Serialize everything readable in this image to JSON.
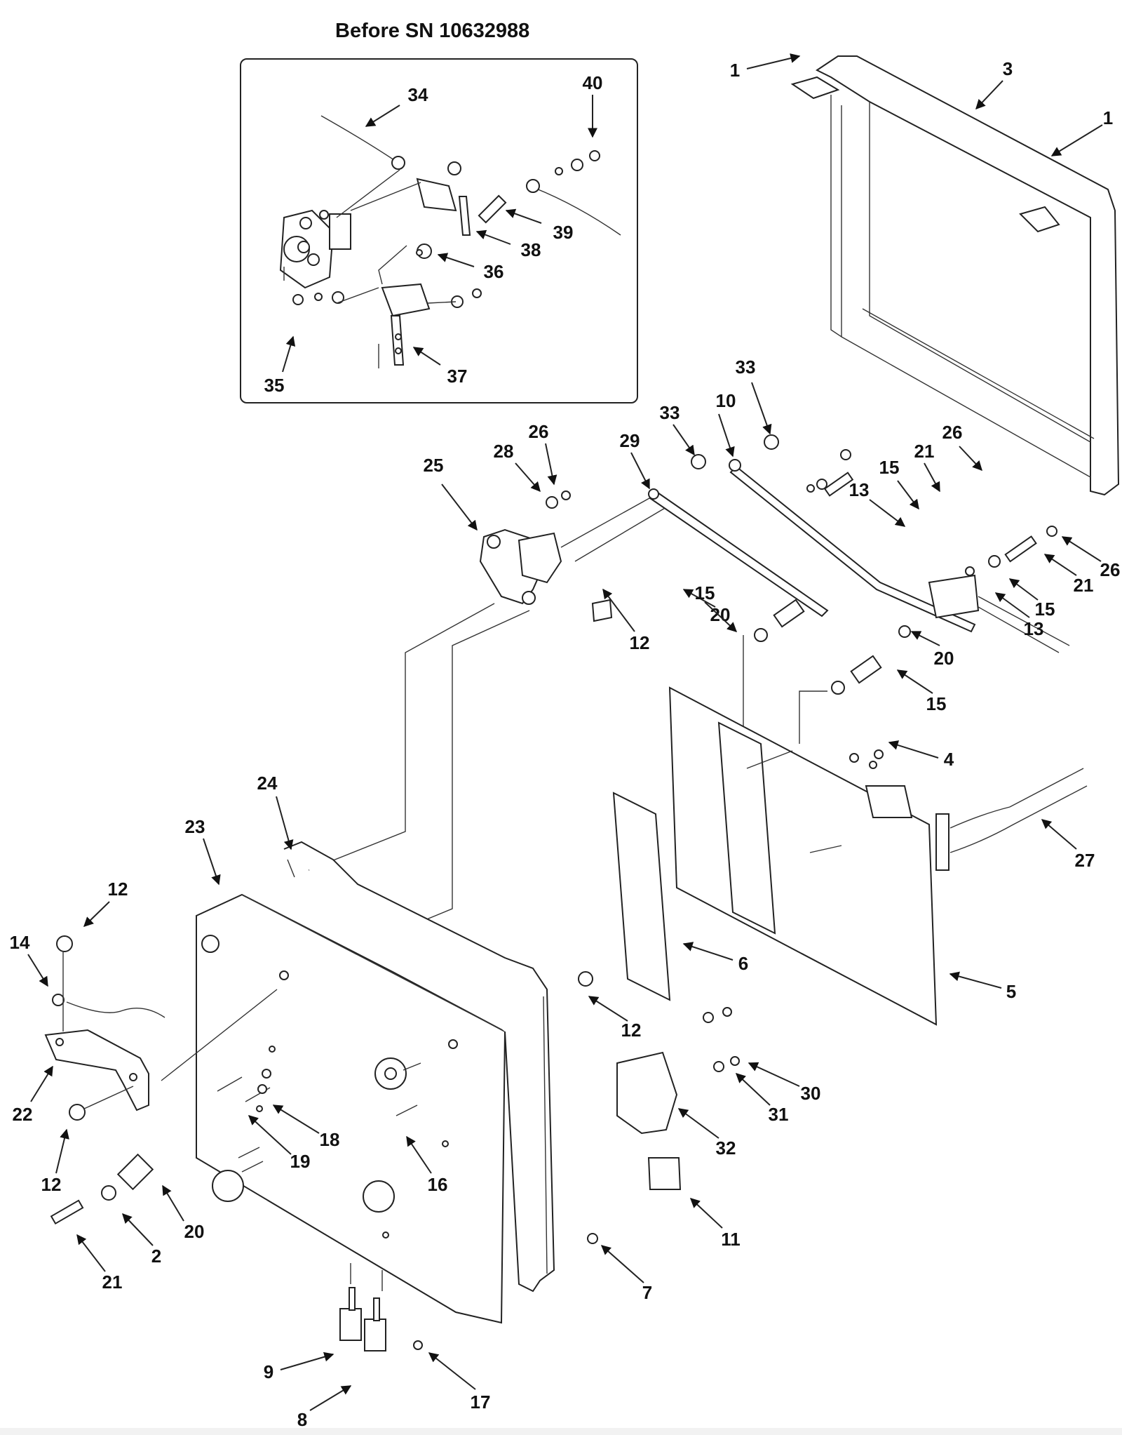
{
  "diagram": {
    "inset_title": "Before SN 10632988",
    "callouts": [
      {
        "id": "c1a",
        "label": "1"
      },
      {
        "id": "c1b",
        "label": "1"
      },
      {
        "id": "c3",
        "label": "3"
      },
      {
        "id": "c34",
        "label": "34"
      },
      {
        "id": "c40",
        "label": "40"
      },
      {
        "id": "c39",
        "label": "39"
      },
      {
        "id": "c38",
        "label": "38"
      },
      {
        "id": "c36",
        "label": "36"
      },
      {
        "id": "c35",
        "label": "35"
      },
      {
        "id": "c37",
        "label": "37"
      },
      {
        "id": "c33a",
        "label": "33"
      },
      {
        "id": "c33b",
        "label": "33"
      },
      {
        "id": "c10",
        "label": "10"
      },
      {
        "id": "c29",
        "label": "29"
      },
      {
        "id": "c28",
        "label": "28"
      },
      {
        "id": "c26a",
        "label": "26"
      },
      {
        "id": "c25",
        "label": "25"
      },
      {
        "id": "c26b",
        "label": "26"
      },
      {
        "id": "c21a",
        "label": "21"
      },
      {
        "id": "c15a",
        "label": "15"
      },
      {
        "id": "c13a",
        "label": "13"
      },
      {
        "id": "c26c",
        "label": "26"
      },
      {
        "id": "c21b",
        "label": "21"
      },
      {
        "id": "c15b",
        "label": "15"
      },
      {
        "id": "c13b",
        "label": "13"
      },
      {
        "id": "c12a",
        "label": "12"
      },
      {
        "id": "c20a",
        "label": "20"
      },
      {
        "id": "c15c",
        "label": "15"
      },
      {
        "id": "c20b",
        "label": "20"
      },
      {
        "id": "c15d",
        "label": "15"
      },
      {
        "id": "c4",
        "label": "4"
      },
      {
        "id": "c27",
        "label": "27"
      },
      {
        "id": "c24",
        "label": "24"
      },
      {
        "id": "c23",
        "label": "23"
      },
      {
        "id": "c12b",
        "label": "12"
      },
      {
        "id": "c14",
        "label": "14"
      },
      {
        "id": "c22",
        "label": "22"
      },
      {
        "id": "c12c",
        "label": "12"
      },
      {
        "id": "c6",
        "label": "6"
      },
      {
        "id": "c5",
        "label": "5"
      },
      {
        "id": "c12d",
        "label": "12"
      },
      {
        "id": "c30",
        "label": "30"
      },
      {
        "id": "c31",
        "label": "31"
      },
      {
        "id": "c32",
        "label": "32"
      },
      {
        "id": "c18",
        "label": "18"
      },
      {
        "id": "c19",
        "label": "19"
      },
      {
        "id": "c16",
        "label": "16"
      },
      {
        "id": "c20c",
        "label": "20"
      },
      {
        "id": "c2",
        "label": "2"
      },
      {
        "id": "c21c",
        "label": "21"
      },
      {
        "id": "c11",
        "label": "11"
      },
      {
        "id": "c7",
        "label": "7"
      },
      {
        "id": "c9",
        "label": "9"
      },
      {
        "id": "c8",
        "label": "8"
      },
      {
        "id": "c17",
        "label": "17"
      }
    ]
  }
}
